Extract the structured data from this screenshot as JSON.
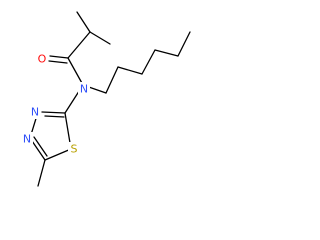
{
  "diagram": {
    "type": "chemical-structure",
    "atom_labels": {
      "carbonyl_oxygen": "O",
      "amide_nitrogen": "N",
      "ring_nitrogen_1": "N",
      "ring_nitrogen_2": "N",
      "ring_sulfur": "S"
    },
    "colors": {
      "bond": "#000000",
      "oxygen": "#ff0d0d",
      "nitrogen": "#3050f8",
      "sulfur": "#b8a000",
      "background": "#ffffff"
    }
  }
}
